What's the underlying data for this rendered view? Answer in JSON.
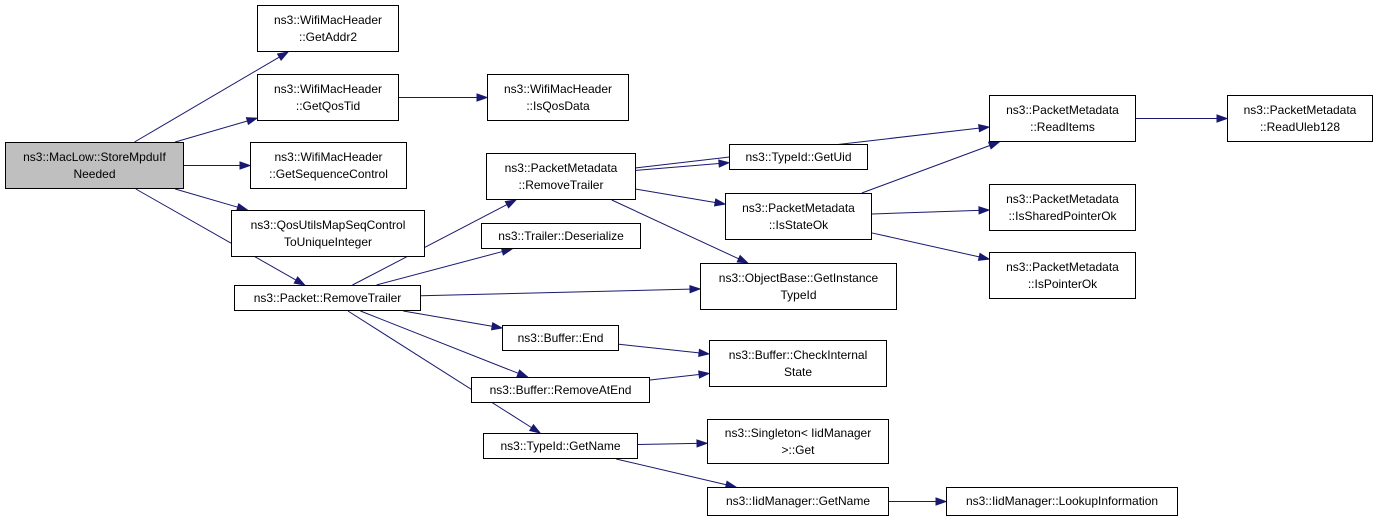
{
  "diagram": {
    "type": "call-graph",
    "colors": {
      "edge": "#191970",
      "box_border": "#000000",
      "root_fill": "#bfbfbf",
      "box_fill": "#ffffff"
    },
    "nodes": {
      "root": {
        "lines": [
          "ns3::MacLow::StoreMpduIf",
          "Needed"
        ]
      },
      "wifi_getaddr2": {
        "lines": [
          "ns3::WifiMacHeader",
          "::GetAddr2"
        ]
      },
      "wifi_getqostid": {
        "lines": [
          "ns3::WifiMacHeader",
          "::GetQosTid"
        ]
      },
      "wifi_isqosdata": {
        "lines": [
          "ns3::WifiMacHeader",
          "::IsQosData"
        ]
      },
      "wifi_getseqctrl": {
        "lines": [
          "ns3::WifiMacHeader",
          "::GetSequenceControl"
        ]
      },
      "qos_mapseq": {
        "lines": [
          "ns3::QosUtilsMapSeqControl",
          "ToUniqueInteger"
        ]
      },
      "packet_removetrailer": {
        "lines": [
          "ns3::Packet::RemoveTrailer"
        ]
      },
      "pm_removetrailer": {
        "lines": [
          "ns3::PacketMetadata",
          "::RemoveTrailer"
        ]
      },
      "trailer_deserialize": {
        "lines": [
          "ns3::Trailer::Deserialize"
        ]
      },
      "typeid_getuid": {
        "lines": [
          "ns3::TypeId::GetUid"
        ]
      },
      "pm_isstateok": {
        "lines": [
          "ns3::PacketMetadata",
          "::IsStateOk"
        ]
      },
      "objbase_getinst": {
        "lines": [
          "ns3::ObjectBase::GetInstance",
          "TypeId"
        ]
      },
      "pm_readitems": {
        "lines": [
          "ns3::PacketMetadata",
          "::ReadItems"
        ]
      },
      "pm_readuleb": {
        "lines": [
          "ns3::PacketMetadata",
          "::ReadUleb128"
        ]
      },
      "pm_issharedptr": {
        "lines": [
          "ns3::PacketMetadata",
          "::IsSharedPointerOk"
        ]
      },
      "pm_isptr": {
        "lines": [
          "ns3::PacketMetadata",
          "::IsPointerOk"
        ]
      },
      "buffer_end": {
        "lines": [
          "ns3::Buffer::End"
        ]
      },
      "buffer_removeatend": {
        "lines": [
          "ns3::Buffer::RemoveAtEnd"
        ]
      },
      "buffer_checkinternal": {
        "lines": [
          "ns3::Buffer::CheckInternal",
          "State"
        ]
      },
      "typeid_getname": {
        "lines": [
          "ns3::TypeId::GetName"
        ]
      },
      "singleton_get": {
        "lines": [
          "ns3::Singleton< IidManager",
          " >::Get"
        ]
      },
      "iid_getname": {
        "lines": [
          "ns3::IidManager::GetName"
        ]
      },
      "iid_lookup": {
        "lines": [
          "ns3::IidManager::LookupInformation"
        ]
      }
    },
    "edges": [
      [
        "root",
        "wifi_getaddr2"
      ],
      [
        "root",
        "wifi_getqostid"
      ],
      [
        "root",
        "wifi_getseqctrl"
      ],
      [
        "root",
        "qos_mapseq"
      ],
      [
        "root",
        "packet_removetrailer"
      ],
      [
        "wifi_getqostid",
        "wifi_isqosdata"
      ],
      [
        "packet_removetrailer",
        "pm_removetrailer"
      ],
      [
        "packet_removetrailer",
        "trailer_deserialize"
      ],
      [
        "packet_removetrailer",
        "objbase_getinst"
      ],
      [
        "packet_removetrailer",
        "buffer_end"
      ],
      [
        "packet_removetrailer",
        "buffer_removeatend"
      ],
      [
        "packet_removetrailer",
        "typeid_getname"
      ],
      [
        "pm_removetrailer",
        "pm_readitems"
      ],
      [
        "pm_removetrailer",
        "typeid_getuid"
      ],
      [
        "pm_removetrailer",
        "pm_isstateok"
      ],
      [
        "pm_removetrailer",
        "objbase_getinst"
      ],
      [
        "pm_readitems",
        "pm_readuleb"
      ],
      [
        "pm_isstateok",
        "pm_readitems"
      ],
      [
        "pm_isstateok",
        "pm_issharedptr"
      ],
      [
        "pm_isstateok",
        "pm_isptr"
      ],
      [
        "buffer_end",
        "buffer_checkinternal"
      ],
      [
        "buffer_removeatend",
        "buffer_checkinternal"
      ],
      [
        "typeid_getname",
        "singleton_get"
      ],
      [
        "typeid_getname",
        "iid_getname"
      ],
      [
        "iid_getname",
        "iid_lookup"
      ]
    ]
  }
}
